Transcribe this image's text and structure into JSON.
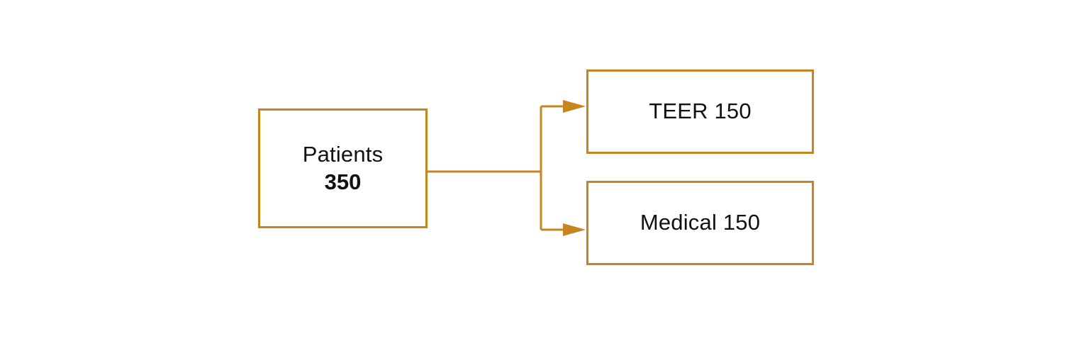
{
  "colors": {
    "accent": "#c8841f",
    "text": "#111111",
    "background": "#ffffff"
  },
  "source": {
    "label": "Patients",
    "value": "350"
  },
  "targets": [
    {
      "label": "TEER 150"
    },
    {
      "label": "Medical 150"
    }
  ]
}
